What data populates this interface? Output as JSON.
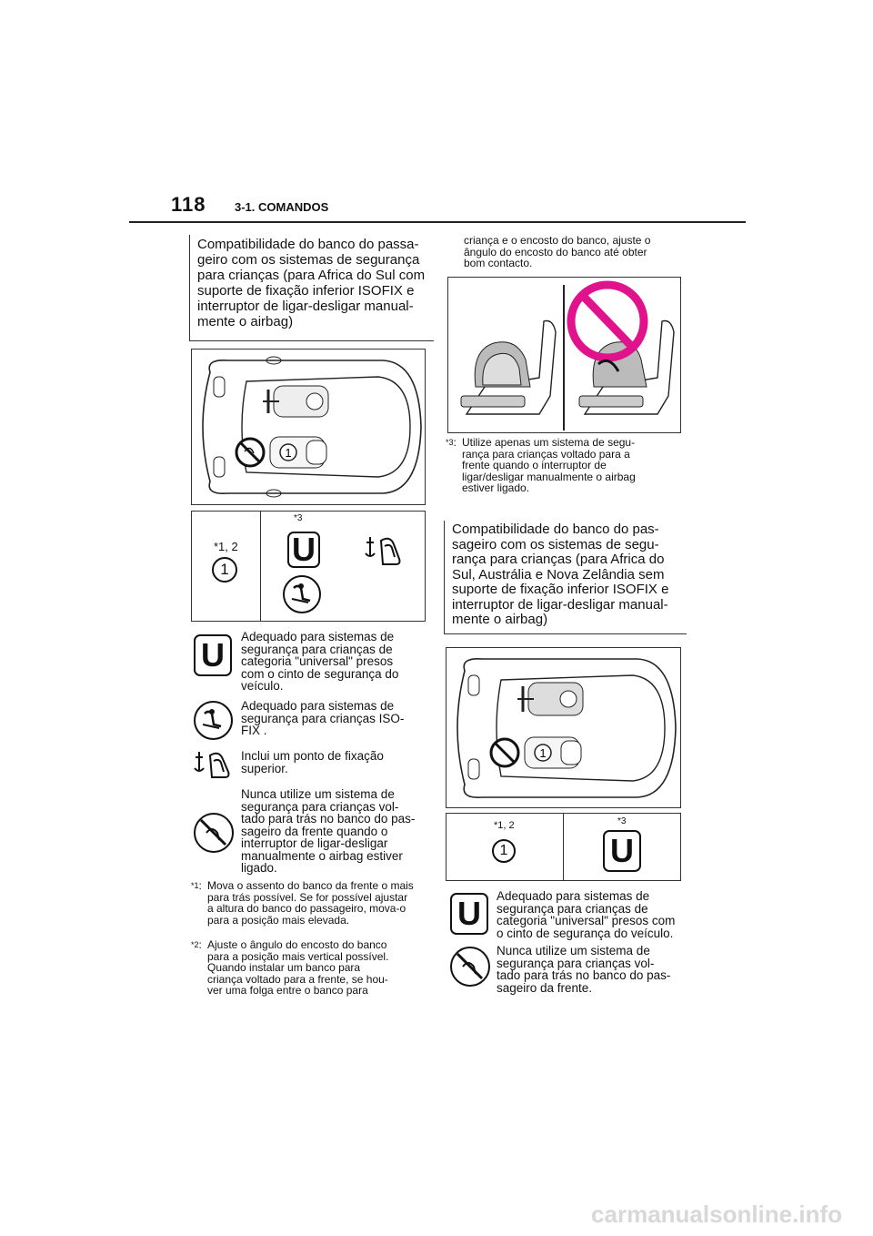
{
  "header": {
    "page_number": "118",
    "section": "3-1. COMANDOS"
  },
  "left": {
    "heading": [
      "Compatibilidade do banco do passa-",
      "geiro com os sistemas de segurança",
      "para crianças (para Africa do Sul com",
      "suporte de fixação inferior ISOFIX e",
      "interruptor de ligar-desligar manual-",
      "mente o airbag)"
    ],
    "table": {
      "col1_note": "*1, 2",
      "col2_note": "*3",
      "seat_number": "1"
    },
    "legend": [
      [
        "Adequado para sistemas de",
        "segurança para crianças de",
        "categoria \"universal\" presos",
        "com o cinto de segurança do",
        "veículo."
      ],
      [
        "Adequado para sistemas de",
        "segurança para crianças ISO-",
        "FIX ."
      ],
      [
        "Inclui um ponto de fixação",
        "superior."
      ],
      [
        "Nunca utilize um sistema de",
        "segurança para crianças vol-",
        "tado para trás no banco do pas-",
        "sageiro da frente quando o",
        "interruptor de ligar-desligar",
        "manualmente o airbag estiver",
        "ligado."
      ]
    ],
    "footnote1": {
      "mark": "*1",
      "lines": [
        "Mova o assento do banco da frente o mais",
        "para trás possível. Se for possível ajustar",
        "a altura do banco do passageiro, mova-o",
        "para a posição mais elevada."
      ]
    },
    "footnote2": {
      "mark": "*2",
      "lines": [
        "Ajuste o ângulo do encosto do banco",
        "para a posição mais vertical possível.",
        "Quando instalar um banco para",
        "criança voltado para a frente, se hou-",
        "ver uma folga entre o banco para"
      ]
    }
  },
  "right": {
    "cont_lines": [
      "criança e o encosto do banco, ajuste o",
      "ângulo do encosto do banco até obter",
      "bom contacto."
    ],
    "footnote3": {
      "mark": "*3",
      "lines": [
        "Utilize apenas um sistema de segu-",
        "rança para crianças voltado para a",
        "frente quando o interruptor de",
        "ligar/desligar manualmente o airbag",
        "estiver ligado."
      ]
    },
    "heading": [
      "Compatibilidade do banco do pas-",
      "sageiro com os sistemas de segu-",
      "rança para crianças (para Africa do",
      "Sul, Austrália e Nova Zelândia sem",
      "suporte de fixação inferior ISOFIX  e",
      "interruptor de ligar-desligar manual-",
      "mente o airbag)"
    ],
    "table": {
      "col1_note": "*1, 2",
      "col2_note": "*3",
      "seat_number": "1"
    },
    "legend": [
      [
        "Adequado para sistemas de",
        "segurança para crianças de",
        "categoria \"universal\" presos com",
        "o cinto de segurança do veículo."
      ],
      [
        "Nunca utilize um sistema de",
        "segurança para crianças vol-",
        "tado para trás no banco do pas-",
        "sageiro da frente."
      ]
    ]
  },
  "icons": {
    "universal_letter": "U"
  },
  "watermark": "carmanualsonline.info"
}
